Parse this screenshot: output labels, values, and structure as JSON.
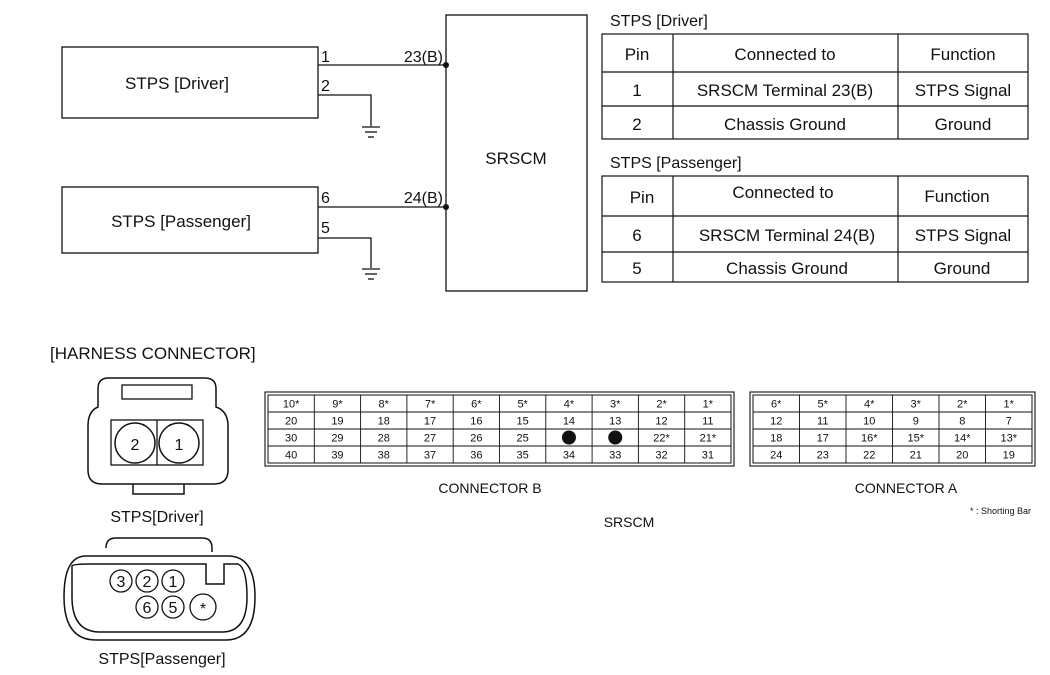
{
  "schematic": {
    "driver_box": "STPS [Driver]",
    "passenger_box": "STPS [Passenger]",
    "srscm_box": "SRSCM",
    "driver_pins": [
      "1",
      "2"
    ],
    "passenger_pins": [
      "6",
      "5"
    ],
    "driver_terminal": "23(B)",
    "passenger_terminal": "24(B)"
  },
  "driver_table": {
    "title": "STPS [Driver]",
    "headers": [
      "Pin",
      "Connected to",
      "Function"
    ],
    "rows": [
      [
        "1",
        "SRSCM Terminal 23(B)",
        "STPS Signal"
      ],
      [
        "2",
        "Chassis Ground",
        "Ground"
      ]
    ]
  },
  "passenger_table": {
    "title": "STPS [Passenger]",
    "headers": [
      "Pin",
      "Connected to",
      "Function"
    ],
    "rows": [
      [
        "6",
        "SRSCM Terminal 24(B)",
        "STPS Signal"
      ],
      [
        "5",
        "Chassis Ground",
        "Ground"
      ]
    ]
  },
  "harness": {
    "title": "[HARNESS CONNECTOR]",
    "driver_label": "STPS[Driver]",
    "passenger_label": "STPS[Passenger]",
    "driver_pins": [
      "2",
      "1"
    ],
    "passenger_top_pins": [
      "3",
      "2",
      "1"
    ],
    "passenger_bottom_pins": [
      "6",
      "5",
      "*"
    ]
  },
  "connector_b": {
    "label": "CONNECTOR B",
    "rows": [
      [
        "10*",
        "9*",
        "8*",
        "7*",
        "6*",
        "5*",
        "4*",
        "3*",
        "2*",
        "1*"
      ],
      [
        "20",
        "19",
        "18",
        "17",
        "16",
        "15",
        "14",
        "13",
        "12",
        "11"
      ],
      [
        "30",
        "29",
        "28",
        "27",
        "26",
        "25",
        "",
        "",
        "22*",
        "21*"
      ],
      [
        "40",
        "39",
        "38",
        "37",
        "36",
        "35",
        "34",
        "33",
        "32",
        "31"
      ]
    ]
  },
  "connector_a": {
    "label": "CONNECTOR A",
    "rows": [
      [
        "6*",
        "5*",
        "4*",
        "3*",
        "2*",
        "1*"
      ],
      [
        "12",
        "11",
        "10",
        "9",
        "8",
        "7"
      ],
      [
        "18",
        "17",
        "16*",
        "15*",
        "14*",
        "13*"
      ],
      [
        "24",
        "23",
        "22",
        "21",
        "20",
        "19"
      ]
    ]
  },
  "srscm_label": "SRSCM",
  "shorting_bar_note": "* : Shorting Bar"
}
